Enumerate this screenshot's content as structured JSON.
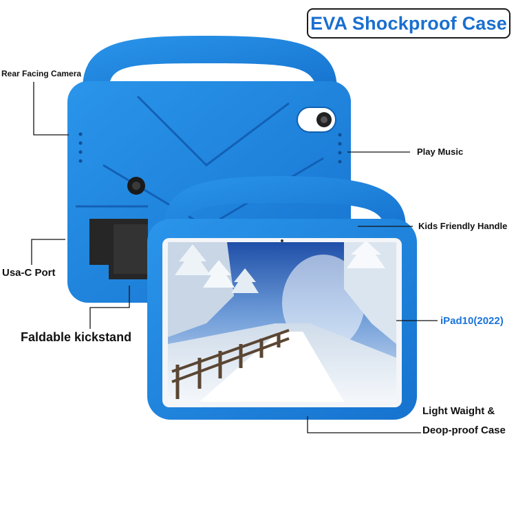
{
  "title": "EVA Shockproof Case",
  "labels": {
    "rear_camera": "Rear Facing Camera",
    "play_music": "Play Music",
    "kids_handle": "Kids Friendly Handle",
    "usb_port": "Usa-C Port",
    "kickstand": "Faldable kickstand",
    "model": "iPad10(2022)",
    "light_line1": "Light Waight &",
    "light_line2": "Deop-proof Case"
  },
  "colors": {
    "case_blue": "#1f86e0",
    "case_dark": "#0f5fb0",
    "accent_text": "#1a73d9",
    "kickstand": "#2a2a2a"
  }
}
